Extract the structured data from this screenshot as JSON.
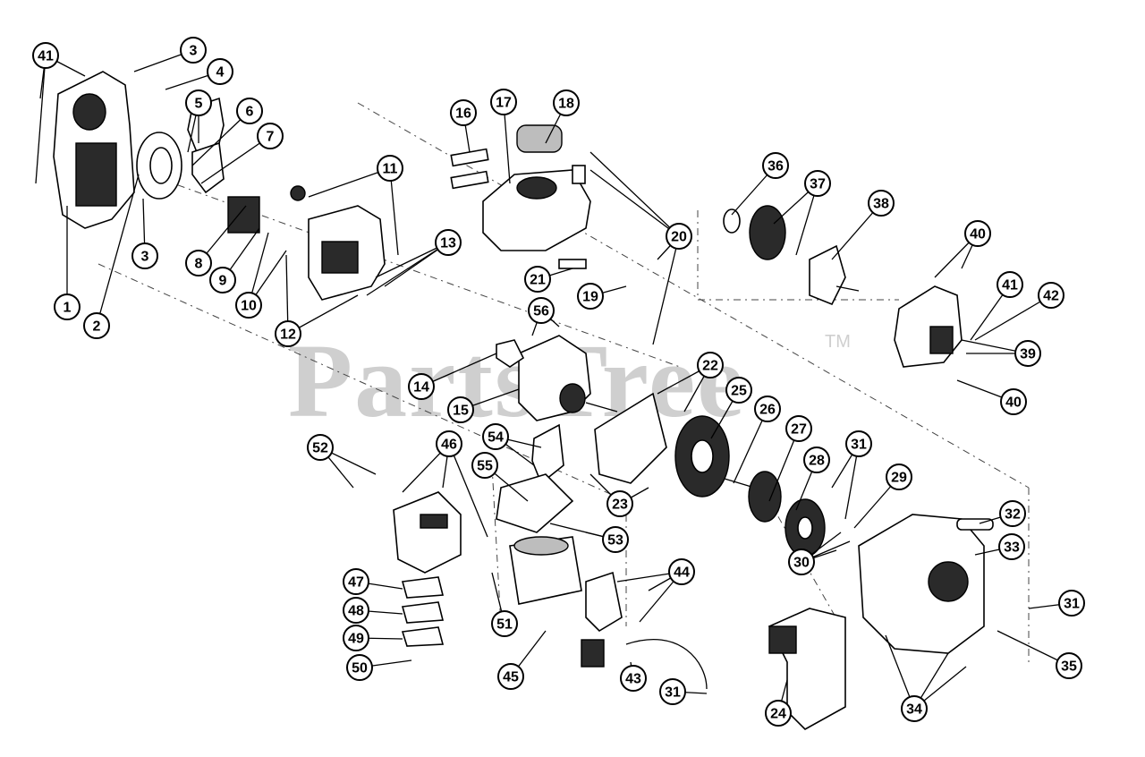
{
  "watermark": {
    "text": "PartsTree",
    "tm": "TM"
  },
  "callouts": [
    "41",
    "3",
    "4",
    "5",
    "6",
    "7",
    "1",
    "2",
    "3",
    "8",
    "9",
    "10",
    "11",
    "12",
    "13",
    "16",
    "17",
    "18",
    "20",
    "21",
    "19",
    "36",
    "37",
    "38",
    "40",
    "41",
    "42",
    "39",
    "40",
    "56",
    "14",
    "15",
    "22",
    "25",
    "26",
    "27",
    "54",
    "55",
    "52",
    "46",
    "23",
    "53",
    "31",
    "28",
    "29",
    "30",
    "32",
    "33",
    "31",
    "47",
    "48",
    "49",
    "50",
    "51",
    "44",
    "45",
    "43",
    "31",
    "24",
    "34",
    "35"
  ]
}
